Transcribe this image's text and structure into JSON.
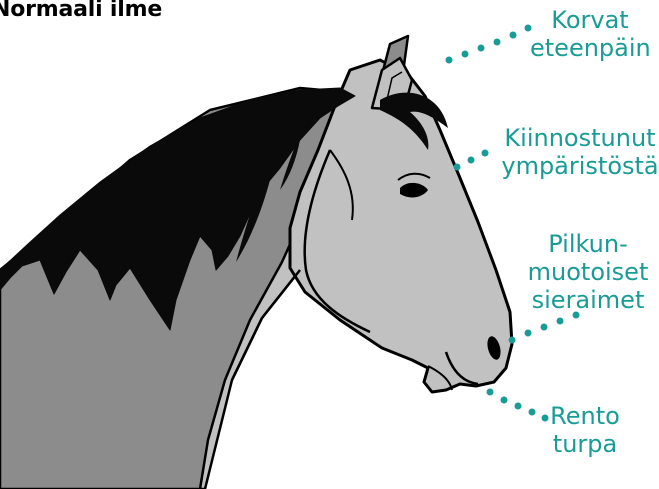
{
  "title": "Normaali ilme",
  "colors": {
    "accent": "#1a9c96",
    "coat_dark": "#8c8c8c",
    "coat_light": "#c1c1c1",
    "mane": "#0a0a0a",
    "outline": "#000000"
  },
  "labels": {
    "ears": [
      "Korvat",
      "eteenpäin"
    ],
    "interest": [
      "Kiinnostunut",
      "ympäristöstä"
    ],
    "nostrils": [
      "Pilkun-",
      "muotoiset",
      "sieraimet"
    ],
    "muzzle": [
      "Rento",
      "turpa"
    ]
  }
}
